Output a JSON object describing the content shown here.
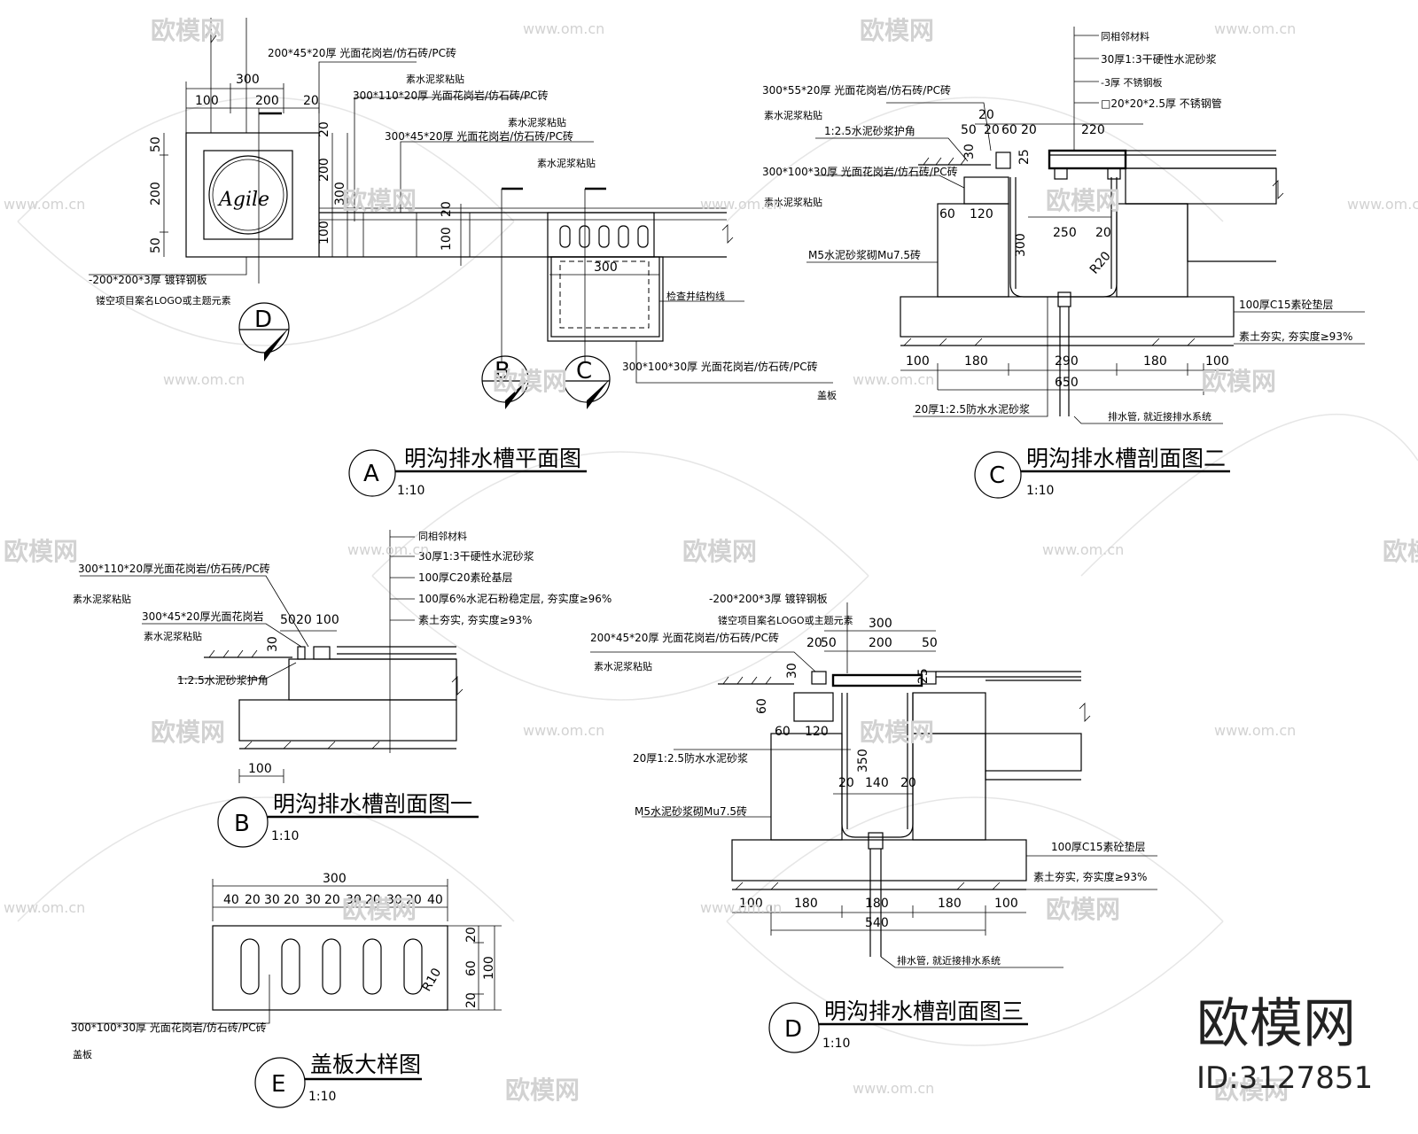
{
  "watermark": {
    "name": "欧模网",
    "url": "www.om.cn"
  },
  "brand": {
    "name": "欧模网",
    "id": "ID:3127851"
  },
  "colors": {
    "line": "#000000",
    "watermark": "#d2d2d2",
    "background": "#ffffff"
  },
  "views": {
    "a": {
      "tag": "A",
      "title": "明沟排水槽平面图",
      "scale": "1:10",
      "dims": [
        "300",
        "100",
        "200",
        "20",
        "50",
        "200",
        "50",
        "20",
        "200",
        "300",
        "100",
        "20",
        "100",
        "300"
      ],
      "notes": [
        "200*45*20厚  光面花岗岩/仿石砖/PC砖",
        "素水泥浆粘贴",
        "300*110*20厚  光面花岗岩/仿石砖/PC砖",
        "素水泥浆粘贴",
        "300*45*20厚  光面花岗岩/仿石砖/PC砖",
        "素水泥浆粘贴",
        "-200*200*3厚  镀锌钢板",
        "镂空项目案名LOGO或主题元素",
        "检查井结构线",
        "300*100*30厚  光面花岗岩/仿石砖/PC砖",
        "盖板"
      ],
      "logo_text": "Agile",
      "markers": [
        "D",
        "B",
        "C"
      ]
    },
    "b": {
      "tag": "B",
      "title": "明沟排水槽剖面图一",
      "scale": "1:10",
      "dims": [
        "50",
        "20",
        "100",
        "30",
        "100"
      ],
      "notes": [
        "同相邻材料",
        "30厚1:3干硬性水泥砂浆",
        "100厚C20素砼基层",
        "100厚6%水泥石粉稳定层, 夯实度≥96%",
        "素土夯实, 夯实度≥93%",
        "300*110*20厚光面花岗岩/仿石砖/PC砖",
        "素水泥浆粘贴",
        "300*45*20厚光面花岗岩",
        "素水泥浆粘贴",
        "1:2.5水泥砂浆护角"
      ]
    },
    "c": {
      "tag": "C",
      "title": "明沟排水槽剖面图二",
      "scale": "1:10",
      "dims": [
        "20",
        "50",
        "20",
        "60",
        "20",
        "220",
        "30",
        "25",
        "60",
        "120",
        "300",
        "250",
        "20",
        "R20",
        "100",
        "180",
        "290",
        "180",
        "100",
        "650"
      ],
      "notes": [
        "同相邻材料",
        "30厚1:3干硬性水泥砂浆",
        "-3厚  不锈钢板",
        "□20*20*2.5厚  不锈钢管",
        "300*55*20厚  光面花岗岩/仿石砖/PC砖",
        "素水泥浆粘贴",
        "1:2.5水泥砂浆护角",
        "300*100*30厚  光面花岗岩/仿石砖/PC砖",
        "素水泥浆粘贴",
        "M5水泥砂浆砌Mu7.5砖",
        "100厚C15素砼垫层",
        "素土夯实, 夯实度≥93%",
        "20厚1:2.5防水水泥砂浆",
        "排水管, 就近接排水系统"
      ]
    },
    "d": {
      "tag": "D",
      "title": "明沟排水槽剖面图三",
      "scale": "1:10",
      "dims": [
        "300",
        "20",
        "50",
        "200",
        "50",
        "30",
        "25",
        "60",
        "60",
        "120",
        "350",
        "20",
        "140",
        "20",
        "100",
        "180",
        "180",
        "180",
        "100",
        "540"
      ],
      "notes": [
        "-200*200*3厚  镀锌钢板",
        "镂空项目案名LOGO或主题元素",
        "200*45*20厚  光面花岗岩/仿石砖/PC砖",
        "素水泥浆粘贴",
        "20厚1:2.5防水水泥砂浆",
        "M5水泥砂浆砌Mu7.5砖",
        "100厚C15素砼垫层",
        "素土夯实, 夯实度≥93%",
        "排水管, 就近接排水系统"
      ]
    },
    "e": {
      "tag": "E",
      "title": "盖板大样图",
      "scale": "1:10",
      "dims": [
        "300",
        "40",
        "20",
        "30",
        "20",
        "30",
        "20",
        "30",
        "20",
        "30",
        "20",
        "40",
        "20",
        "60",
        "20",
        "100",
        "R10"
      ],
      "notes": [
        "300*100*30厚  光面花岗岩/仿石砖/PC砖",
        "盖板"
      ]
    }
  }
}
